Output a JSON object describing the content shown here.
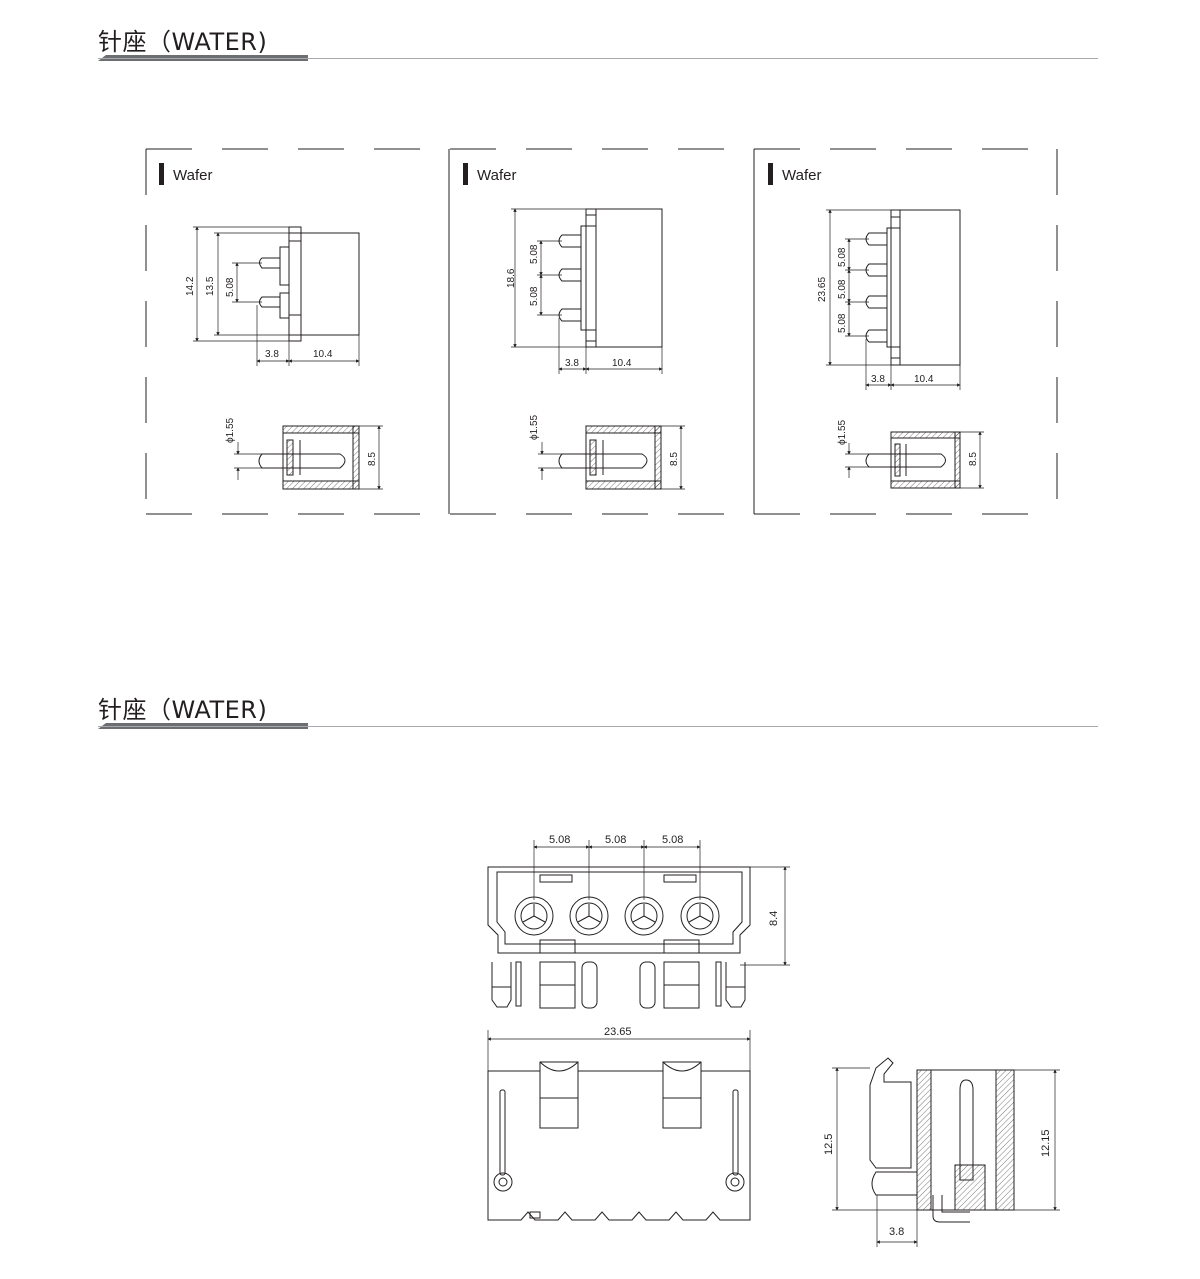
{
  "sections": [
    {
      "title": "针座（WATER)"
    },
    {
      "title": "针座（WATER)"
    }
  ],
  "panels": [
    {
      "label": "Wafer",
      "dims": {
        "height": "14.2",
        "inner": "13.5",
        "pitch": "5.08",
        "pin": "3.8",
        "width": "10.4",
        "dia": "ϕ1.55",
        "depth": "8.5"
      }
    },
    {
      "label": "Wafer",
      "dims": {
        "height": "18.6",
        "pitch_a": "5.08",
        "pitch_b": "5.08",
        "pin": "3.8",
        "width": "10.4",
        "dia": "ϕ1.55",
        "depth": "8.5"
      }
    },
    {
      "label": "Wafer",
      "dims": {
        "height": "23.65",
        "pitch_a": "5.08",
        "pitch_b": "5.08",
        "pitch_c": "5.08",
        "pin": "3.8",
        "width": "10.4",
        "dia": "ϕ1.55",
        "depth": "8.5"
      }
    }
  ],
  "bottom": {
    "front": {
      "pitch_1": "5.08",
      "pitch_2": "5.08",
      "pitch_3": "5.08",
      "height": "8.4"
    },
    "top": {
      "width": "23.65"
    },
    "side": {
      "height_left": "12.5",
      "height_right": "12.15",
      "pin": "3.8"
    }
  },
  "colors": {
    "line": "#231f20",
    "rule_dark": "#6d6e71",
    "rule_light": "#a7a9ac",
    "panel_border": "#231f20"
  }
}
